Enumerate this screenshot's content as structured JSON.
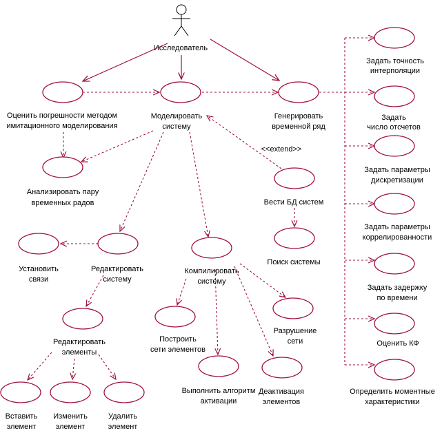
{
  "diagram": {
    "actor": {
      "label": "Исследователь"
    },
    "use_cases": {
      "estimate": {
        "line1": "Оценить погрешности методом",
        "line2": "имитационного моделирования"
      },
      "analyze": {
        "line1": "Анализировать пару",
        "line2": "временных радов"
      },
      "model": {
        "line1": "Моделировать",
        "line2": "систему"
      },
      "generate": {
        "line1": "Генерировать",
        "line2": "временной ряд"
      },
      "db": {
        "line1": "Вести БД систем"
      },
      "search": {
        "line1": "Поиск системы"
      },
      "links": {
        "line1": "Установить",
        "line2": "связи"
      },
      "edit_sys": {
        "line1": "Редактировать",
        "line2": "систему"
      },
      "compile": {
        "line1": "Компилировать",
        "line2": "систему"
      },
      "edit_el": {
        "line1": "Редактировать",
        "line2": "элементы"
      },
      "build": {
        "line1": "Построить",
        "line2": "сети элементов"
      },
      "destroy": {
        "line1": "Разрушение",
        "line2": "сети"
      },
      "activate": {
        "line1": "Выполнить алгоритм",
        "line2": "активации"
      },
      "deactivate": {
        "line1": "Деактивация",
        "line2": "элементов"
      },
      "insert": {
        "line1": "Вставить",
        "line2": "элемент"
      },
      "change": {
        "line1": "Изменить",
        "line2": "элемент"
      },
      "delete": {
        "line1": "Удалить",
        "line2": "элемент"
      },
      "precision": {
        "line1": "Задать точность",
        "line2": "интерполяции"
      },
      "samples": {
        "line1": "Задать",
        "line2": "число отсчетов"
      },
      "discret": {
        "line1": "Задать параметры",
        "line2": "дискретизации"
      },
      "correl": {
        "line1": "Задать параметры",
        "line2": "коррелированности"
      },
      "delay": {
        "line1": "Задать задержку",
        "line2": "по времени"
      },
      "kf": {
        "line1": "Оценить КФ"
      },
      "moments": {
        "line1": "Определить моментные",
        "line2": "характеристики"
      }
    },
    "stereotype": "<<extend>>",
    "colors": {
      "stroke": "#a0103a",
      "text": "#000000",
      "background": "#ffffff"
    }
  }
}
